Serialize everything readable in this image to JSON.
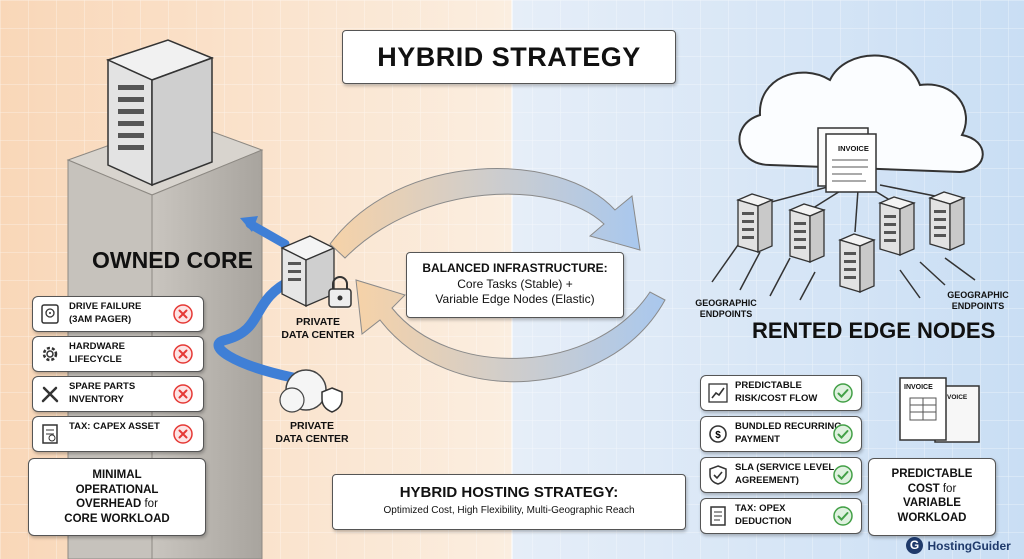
{
  "title": "HYBRID STRATEGY",
  "left": {
    "heading": "OWNED CORE",
    "private_dc_label_1": "PRIVATE\nDATA CENTER",
    "private_dc_label_2": "PRIVATE\nDATA CENTER",
    "risks": [
      {
        "label": "DRIVE FAILURE\n(3AM Pager)",
        "icon": "hard-drive-icon"
      },
      {
        "label": "HARDWARE\nLIFECYCLE",
        "icon": "gear-icon"
      },
      {
        "label": "SPARE PARTS\nINVENTORY",
        "icon": "tools-icon"
      },
      {
        "label": "TAX: CAPEX ASSET",
        "icon": "tax-document-icon"
      }
    ],
    "summary_line1": "MINIMAL",
    "summary_line2": "OPERATIONAL",
    "summary_line3a": "OVERHEAD",
    "summary_line3b": " for",
    "summary_line4": "CORE WORKLOAD"
  },
  "center": {
    "balanced_title": "BALANCED INFRASTRUCTURE:",
    "balanced_line2": "Core Tasks (Stable) +",
    "balanced_line3": "Variable Edge Nodes (Elastic)",
    "hybrid_title": "HYBRID HOSTING STRATEGY:",
    "hybrid_subtitle": "Optimized Cost, High Flexibility, Multi-Geographic Reach"
  },
  "right": {
    "heading": "RENTED EDGE NODES",
    "invoice_label": "INVOICE",
    "invoice_label_small": "INVOICE",
    "invoice_label_small2": "VOICE",
    "geo_label_1": "GEOGRAPHIC\nENDPOINTS",
    "geo_label_2": "GEOGRAPHIC\nENDPOINTS",
    "benefits": [
      {
        "label": "PREDICTABLE\nRISK/COST FLOW",
        "icon": "chart-icon"
      },
      {
        "label": "BUNDLED RECURRING\nPAYMENT",
        "icon": "recurring-payment-icon"
      },
      {
        "label": "SLA (SERVICE LEVEL\nAGREEMENT)",
        "icon": "shield-check-icon"
      },
      {
        "label": "TAX: OPEX\nDEDUCTION",
        "icon": "document-icon"
      }
    ],
    "summary_line1": "PREDICTABLE",
    "summary_line2a": "COST",
    "summary_line2b": " for",
    "summary_line3": "VARIABLE",
    "summary_line4": "WORKLOAD"
  },
  "brand": {
    "text": "HostingGuider",
    "icon": "brand-g-icon"
  },
  "colors": {
    "left_bg": "#f7dcc2",
    "right_bg": "#cfe1f5",
    "risk_x": "#e53935",
    "ok_check": "#43a047",
    "arrow_blue": "#3f7fd6"
  }
}
